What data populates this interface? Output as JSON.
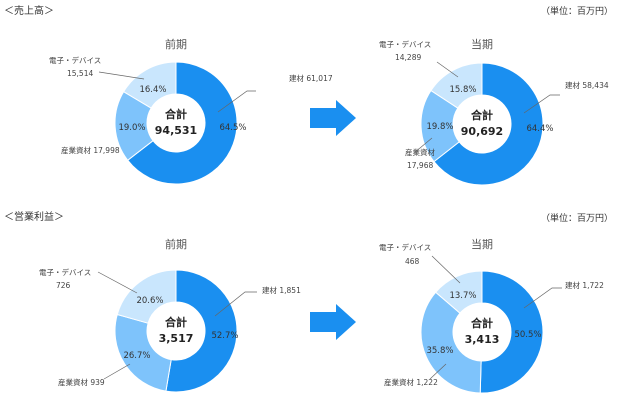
{
  "sections": [
    {
      "title": "＜売上高＞",
      "unit": "（単位：百万円）"
    },
    {
      "title": "＜営業利益＞",
      "unit": "（単位：百万円）"
    }
  ],
  "colors": {
    "kenzai": "#1a8ff0",
    "sangyo": "#7ec3fb",
    "denshi": "#c9e6fd",
    "arrow": "#1a8ff0"
  },
  "chart_data": [
    {
      "type": "pie",
      "title": "前期",
      "total_label": "合計",
      "total": "94,531",
      "slices": [
        {
          "name": "建材",
          "value": 61017,
          "value_label": "61,017",
          "pct": "64.5%"
        },
        {
          "name": "産業資材",
          "value": 17998,
          "value_label": "17,998",
          "pct": "19.0%"
        },
        {
          "name": "電子・デバイス",
          "value": 15514,
          "value_label": "15,514",
          "pct": "16.4%"
        }
      ]
    },
    {
      "type": "pie",
      "title": "当期",
      "total_label": "合計",
      "total": "90,692",
      "slices": [
        {
          "name": "建材",
          "value": 58434,
          "value_label": "58,434",
          "pct": "64.4%"
        },
        {
          "name": "産業資材",
          "value": 17968,
          "value_label": "17,968",
          "pct": "19.8%"
        },
        {
          "name": "電子・デバイス",
          "value": 14289,
          "value_label": "14,289",
          "pct": "15.8%"
        }
      ]
    },
    {
      "type": "pie",
      "title": "前期",
      "total_label": "合計",
      "total": "3,517",
      "slices": [
        {
          "name": "建材",
          "value": 1851,
          "value_label": "1,851",
          "pct": "52.7%"
        },
        {
          "name": "産業資材",
          "value": 939,
          "value_label": "939",
          "pct": "26.7%"
        },
        {
          "name": "電子・デバイス",
          "value": 726,
          "value_label": "726",
          "pct": "20.6%"
        }
      ]
    },
    {
      "type": "pie",
      "title": "当期",
      "total_label": "合計",
      "total": "3,413",
      "slices": [
        {
          "name": "建材",
          "value": 1722,
          "value_label": "1,722",
          "pct": "50.5%"
        },
        {
          "name": "産業資材",
          "value": 1222,
          "value_label": "1,222",
          "pct": "35.8%"
        },
        {
          "name": "電子・デバイス",
          "value": 468,
          "value_label": "468",
          "pct": "13.7%"
        }
      ]
    }
  ]
}
